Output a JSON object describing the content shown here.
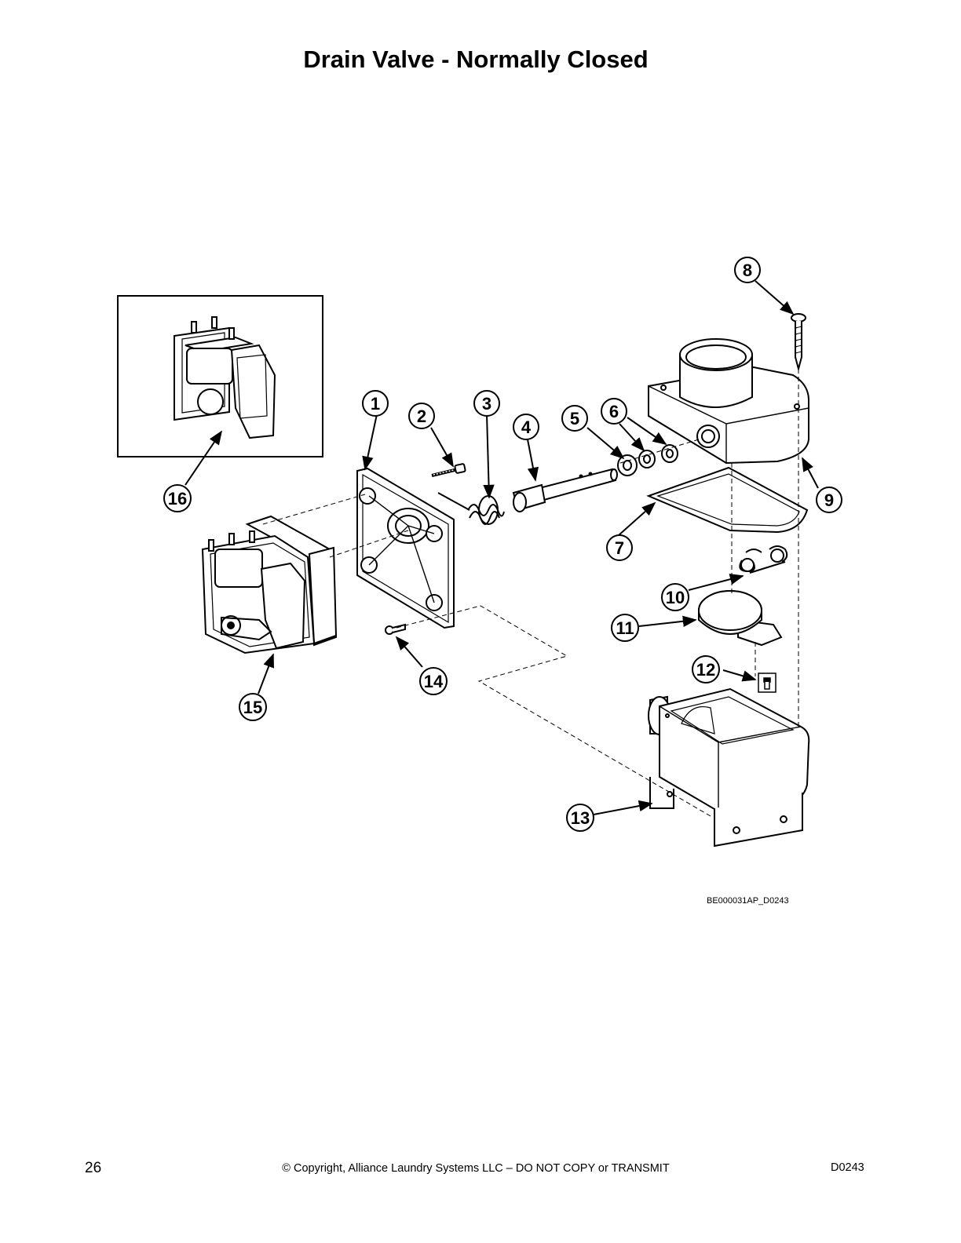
{
  "title": "Drain Valve - Normally Closed",
  "reference_code": "BE000031AP_D0243",
  "footer": {
    "page_number": "26",
    "copyright": "© Copyright, Alliance Laundry Systems LLC – DO NOT COPY or TRANSMIT",
    "doc_id": "D0243"
  },
  "callouts": [
    "1",
    "2",
    "3",
    "4",
    "5",
    "6",
    "7",
    "8",
    "9",
    "10",
    "11",
    "12",
    "13",
    "14",
    "15",
    "16"
  ]
}
